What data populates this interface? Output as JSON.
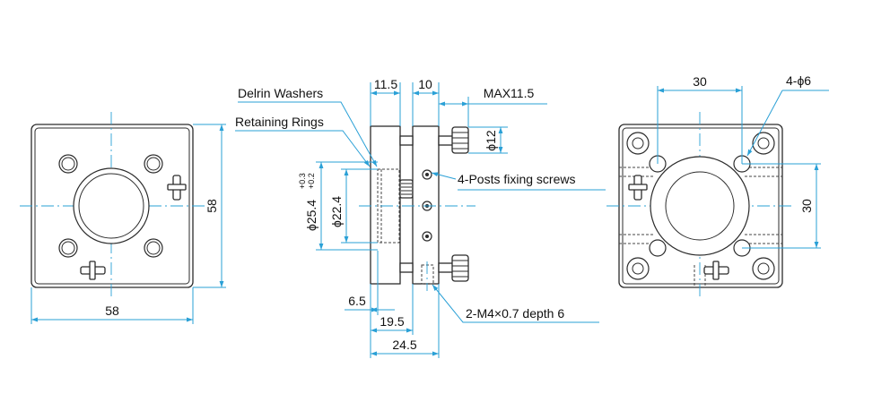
{
  "colors": {
    "dimension_line": "#2aa0d6",
    "outline": "#2b2b2b",
    "background": "#ffffff"
  },
  "front_view": {
    "width_dim": "58",
    "height_dim": "58"
  },
  "side_view": {
    "callout_delrin": "Delrin Washers",
    "callout_retaining": "Retaining Rings",
    "dim_11_5": "11.5",
    "dim_10": "10",
    "dim_max": "MAX11.5",
    "dim_phi12": "ϕ12",
    "dim_outer_dia": "ϕ25.4",
    "dim_outer_tol_upper": "+0.3",
    "dim_outer_tol_lower": "+0.2",
    "dim_inner_dia": "ϕ22.4",
    "callout_posts": "4-Posts fixing screws",
    "dim_6_5": "6.5",
    "dim_19_5": "19.5",
    "dim_24_5": "24.5",
    "callout_thread": "2-M4×0.7  depth 6"
  },
  "rear_view": {
    "dim_30_top": "30",
    "dim_holes": "4-ϕ6",
    "dim_30_right": "30"
  }
}
